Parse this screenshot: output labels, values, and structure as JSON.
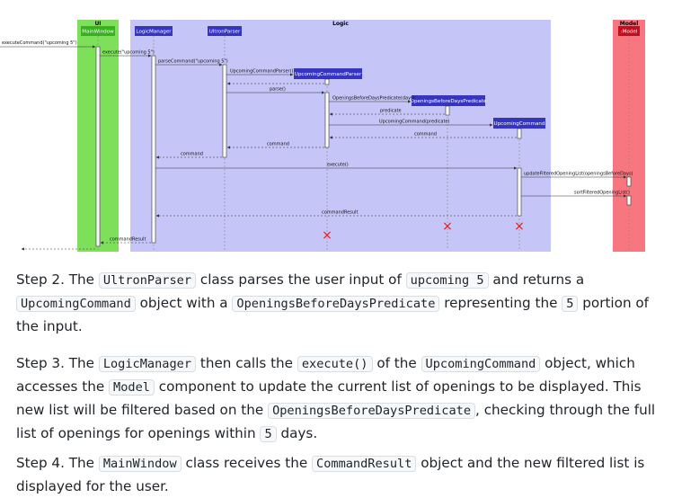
{
  "diagram": {
    "frames": {
      "ui": "UI",
      "logic": "Logic",
      "model": "Model"
    },
    "participants": {
      "main_window": "MainWindow",
      "logic_manager": "LogicManager",
      "ultron_parser": "UltronParser",
      "upcoming_command_parser": "UpcomingCommandParser",
      "openings_predicate": "OpeningsBeforeDaysPredicate",
      "upcoming_command": "UpcomingCommand",
      "model": ":Model"
    },
    "messages": {
      "m1": "executeCommand(\"upcoming 5\")",
      "m2": "execute(\"upcoming 5\")",
      "m3": "parseCommand(\"upcoming 5\")",
      "m4": "UpcomingCommandParser()",
      "m5": "parse()",
      "m6": "OpeningsBeforeDaysPredicate(days)",
      "m7": "predicate",
      "m8": "UpcomingCommand(predicate)",
      "m9": "command",
      "m10": "command",
      "m11": "command",
      "m12": "execute()",
      "m13": "updateFilteredOpeningList(openingsBeforeDays)",
      "m14": "sortFilteredOpeningList()",
      "m15": "commandResult",
      "m16": "commandResult"
    },
    "destroy_glyph": "×"
  },
  "colors": {
    "ui_frame": "#7ee05a",
    "ui_header": "#38b020",
    "logic_frame": "#c5c5f7",
    "logic_header": "#3535c0",
    "model_frame": "#f87680",
    "model_header": "#c01020",
    "lifeline": "#8a8a8a",
    "destroy": "#e02020"
  },
  "text": {
    "step2": [
      {
        "t": "Step 2. The "
      },
      {
        "t": "UltronParser",
        "code": true
      },
      {
        "t": " class parses the user input of "
      },
      {
        "t": "upcoming 5",
        "code": true
      },
      {
        "t": " and returns a "
      },
      {
        "t": "UpcomingCommand",
        "code": true
      },
      {
        "t": " object with a "
      },
      {
        "t": "OpeningsBeforeDaysPredicate",
        "code": true
      },
      {
        "t": " representing the "
      },
      {
        "t": "5",
        "code": true
      },
      {
        "t": " portion of the input."
      }
    ],
    "step3": [
      {
        "t": "Step 3. The "
      },
      {
        "t": "LogicManager",
        "code": true
      },
      {
        "t": " then calls the "
      },
      {
        "t": "execute()",
        "code": true
      },
      {
        "t": " of the "
      },
      {
        "t": "UpcomingCommand",
        "code": true
      },
      {
        "t": " object, which accesses the "
      },
      {
        "t": "Model",
        "code": true
      },
      {
        "t": " component to update the current list of openings to be displayed. This new list will be filtered based on the "
      },
      {
        "t": "OpeningsBeforeDaysPredicate",
        "code": true
      },
      {
        "t": ", checking through the full list of openings for openings within "
      },
      {
        "t": "5",
        "code": true
      },
      {
        "t": " days."
      }
    ],
    "step4": [
      {
        "t": "Step 4. The "
      },
      {
        "t": "MainWindow",
        "code": true
      },
      {
        "t": " class receives the "
      },
      {
        "t": "CommandResult",
        "code": true
      },
      {
        "t": " object and the new filtered list is displayed for the user."
      }
    ]
  }
}
